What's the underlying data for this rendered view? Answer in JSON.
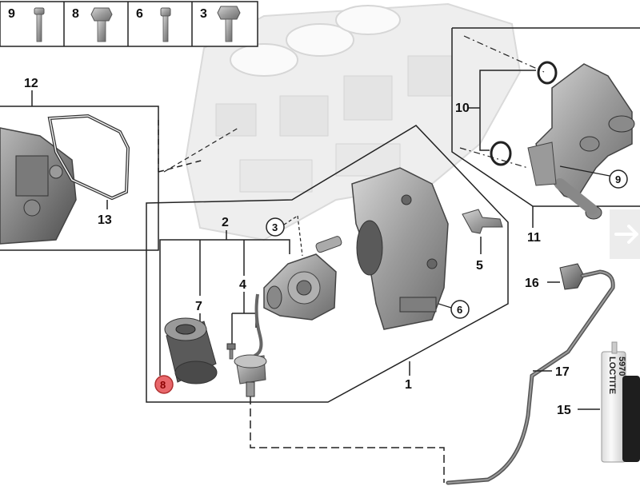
{
  "header_parts": [
    {
      "number": "9"
    },
    {
      "number": "8"
    },
    {
      "number": "6"
    },
    {
      "number": "3"
    }
  ],
  "callouts": {
    "c1": "1",
    "c2": "2",
    "c4": "4",
    "c5": "5",
    "c7": "7",
    "c10": "10",
    "c11": "11",
    "c12": "12",
    "c13": "13",
    "c15": "15",
    "c16": "16",
    "c17": "17"
  },
  "circled_callouts": {
    "c3": "3",
    "c6": "6",
    "c9": "9"
  },
  "highlighted_callout": "8",
  "sealant_tube": {
    "brand": "LOCTITE",
    "product": "5970"
  },
  "colors": {
    "highlight": "#e8676b",
    "line": "#222222",
    "part_gray": "#9a9a9a",
    "ghost_block": "#e4e4e4",
    "nav_bg": "#ececec"
  },
  "icons": {
    "next": "chevron-right-icon"
  }
}
